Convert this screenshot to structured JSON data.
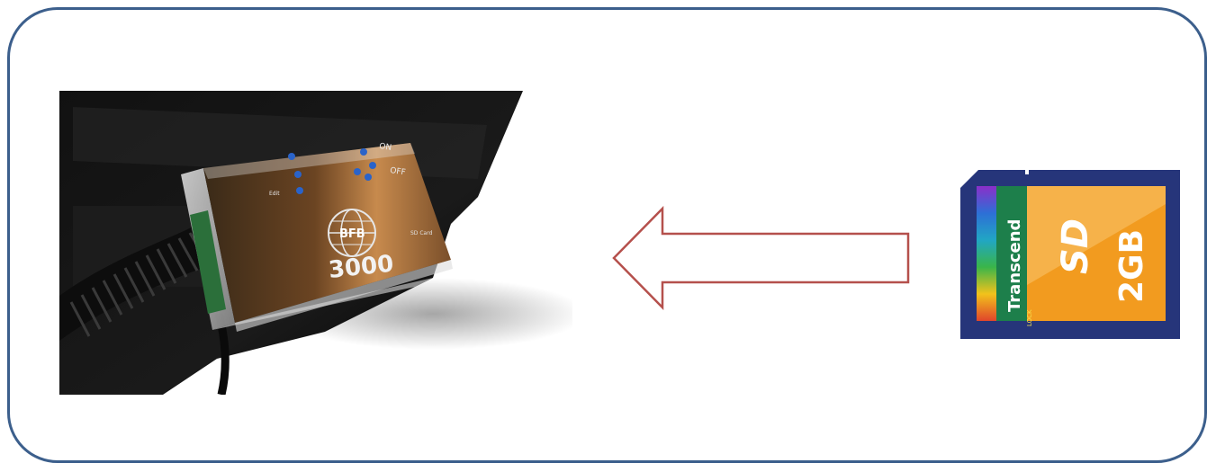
{
  "device": {
    "logo_text": "BFB",
    "model_text": "3000",
    "slot_label": "SD Card",
    "switch_on": "ON",
    "switch_off": "OFF",
    "button_label": "Edit"
  },
  "sd_card": {
    "brand": "Transcend",
    "lock_label": "LOCK",
    "logo_text": "SD",
    "capacity": "2GB"
  },
  "colors": {
    "frame_border": "#3c5f8c",
    "arrow_stroke": "#b5504c",
    "card_body": "#26357a",
    "card_label_orange": "#f29b1f"
  }
}
